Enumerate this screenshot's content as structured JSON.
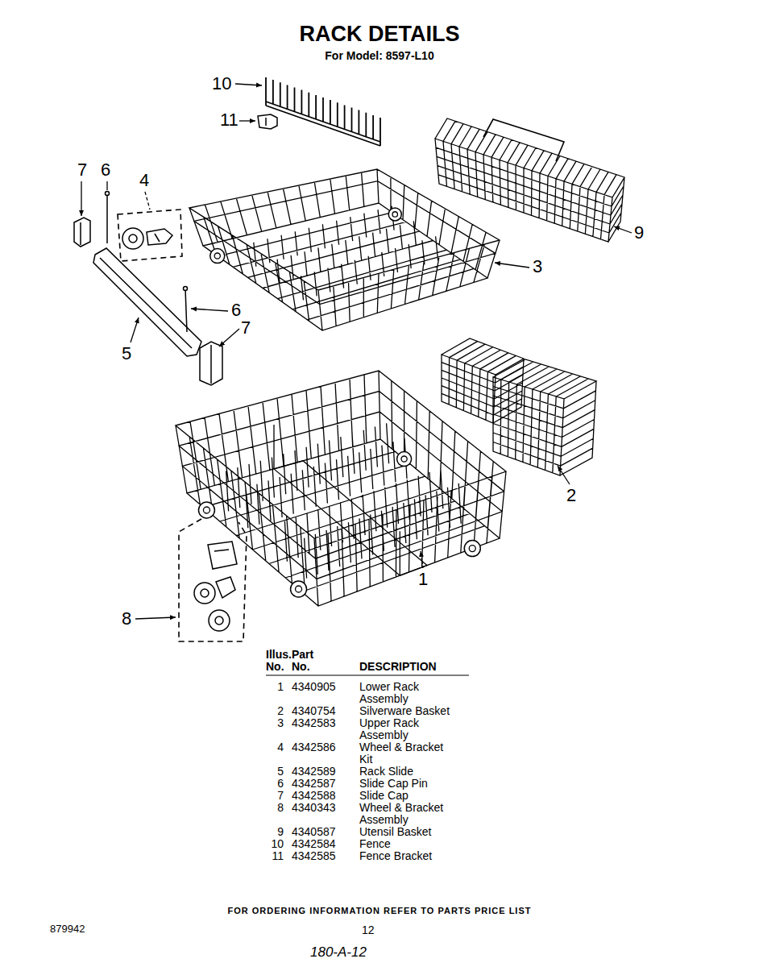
{
  "diagram": {
    "title": "RACK DETAILS",
    "labels": [
      "For Model: 8597-L10",
      "10",
      "11",
      "7",
      "6",
      "4",
      "9",
      "3",
      "6",
      "7",
      "5",
      "2",
      "1",
      "8",
      "Illus. No.",
      "Part No.",
      "DESCRIPTION",
      "1",
      "4340905",
      "Lower Rack Assembly",
      "2",
      "4340754",
      "Silverware Basket",
      "3",
      "4342583",
      "Upper Rack Assembly",
      "4",
      "4342586",
      "Wheel & Bracket Kit",
      "5",
      "4342589",
      "Rack Slide",
      "6",
      "4342587",
      "Slide Cap Pin",
      "7",
      "4342588",
      "Slide Cap",
      "8",
      "4340343",
      "Wheel & Bracket Assembly",
      "9",
      "4340587",
      "Utensil Basket",
      "10",
      "4342584",
      "Fence",
      "11",
      "4342585",
      "Fence Bracket",
      "FOR ORDERING INFORMATION REFER TO PARTS PRICE LIST",
      "879942",
      "12",
      "180-A-12"
    ]
  }
}
